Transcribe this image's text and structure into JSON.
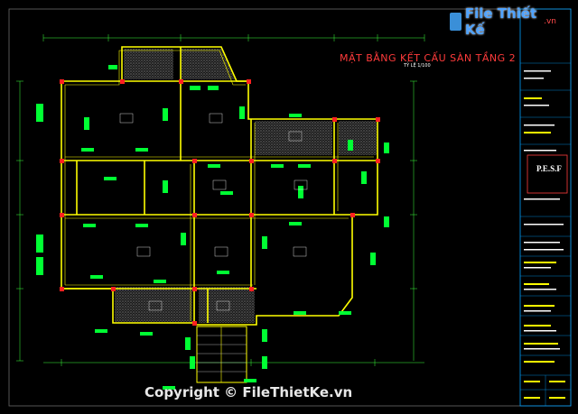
{
  "logo": {
    "brand": "File Thiết Kế",
    "tld": ".vn",
    "icon": "file-icon"
  },
  "drawing": {
    "title": "MẶT BẰNG KẾT CẤU SÀN TẦNG 2",
    "scale": "TỶ LỆ 1/100"
  },
  "title_block": {
    "company": "P.E.S.F"
  },
  "watermark": "Copyright © FileThietKe.vn",
  "colors": {
    "background": "#000000",
    "beam": "#ffff00",
    "column": "#ff2020",
    "rebar": "#00ff00",
    "title": "#ff3b3b",
    "frame": "#00a0ff"
  }
}
